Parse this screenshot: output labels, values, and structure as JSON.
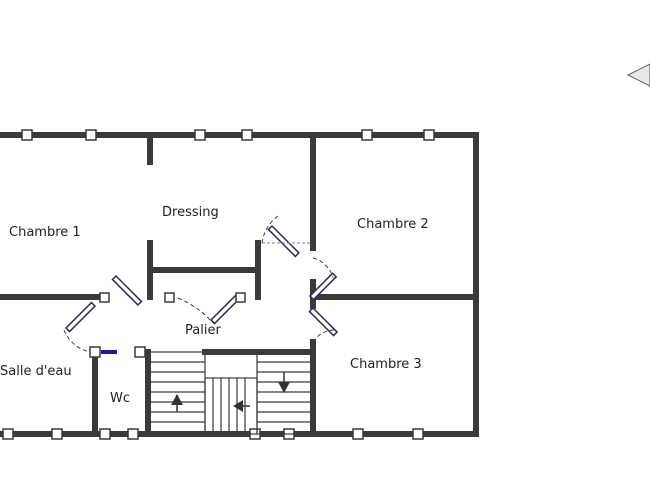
{
  "rooms": {
    "chambre1": "Chambre 1",
    "dressing": "Dressing",
    "chambre2": "Chambre 2",
    "palier": "Palier",
    "salle_eau": "Salle d'eau",
    "chambre3": "Chambre 3",
    "wc": "Wc"
  },
  "icons": {
    "compass": "north-arrow-icon",
    "stairs": "stair-direction-arrow-icon"
  },
  "colors": {
    "wall": "#3a3a3a",
    "background": "#ffffff",
    "accent": "#1a1aa0"
  }
}
